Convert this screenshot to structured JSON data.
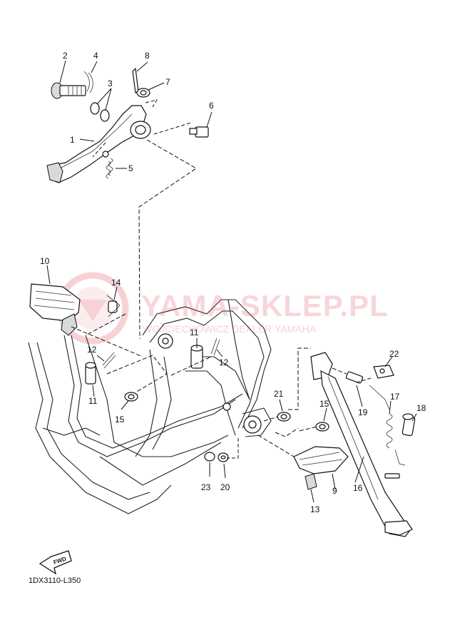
{
  "watermark": {
    "title": "YAMA-SKLEP.PL",
    "subtitle": "WOJCIECHOWICZ DEALER YAMAHA"
  },
  "fwd_arrow_text": "FWD",
  "reference_code": "1DX3110-L350",
  "callouts": [
    "1",
    "2",
    "3",
    "4",
    "5",
    "6",
    "7",
    "8",
    "9",
    "10",
    "11",
    "11",
    "12",
    "12",
    "13",
    "14",
    "15",
    "15",
    "16",
    "17",
    "18",
    "19",
    "20",
    "21",
    "22",
    "23"
  ]
}
